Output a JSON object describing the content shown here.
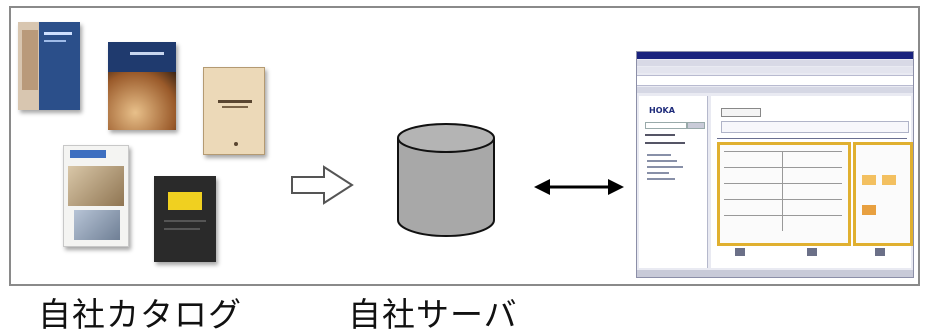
{
  "captions": {
    "catalog": "自社カタログ",
    "server": "自社サーバ"
  },
  "colors": {
    "frame_border": "#8a8a8a",
    "cylinder_fill": "#a8a8a8",
    "arrow": "#000000",
    "screen_highlight": "#e0b030"
  },
  "screen": {
    "logo": "HOKA"
  }
}
